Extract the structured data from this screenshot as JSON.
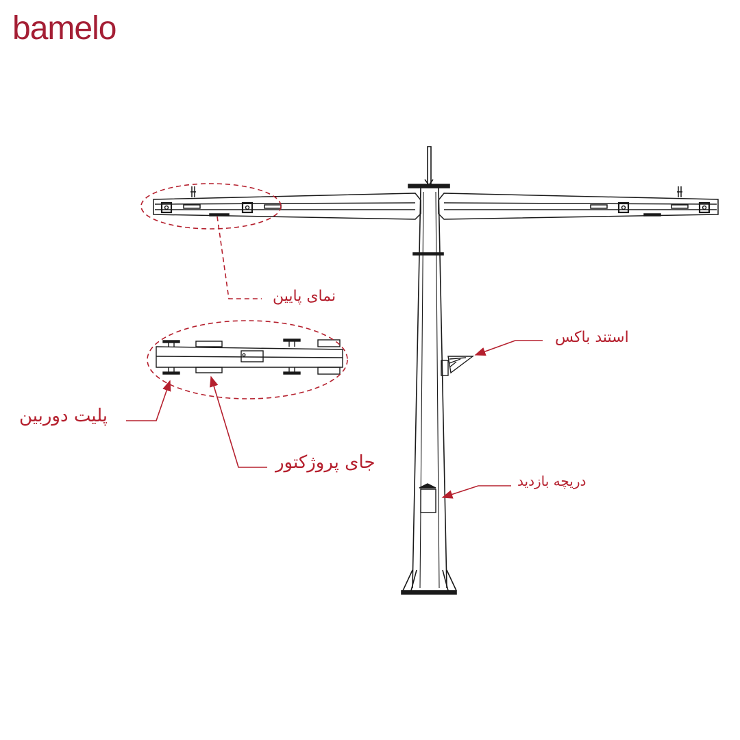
{
  "brand": {
    "logo_text": "bamelo",
    "color": "#a41e34"
  },
  "colors": {
    "line": "#1a1a1a",
    "annotation": "#b5202e"
  },
  "labels": {
    "bottom_view": "نمای پایین",
    "stand_box": "استند باکس",
    "camera_plate": "پلیت دوربین",
    "projector_seat": "جای پروژکتور",
    "inspection_door": "دریچه بازدید"
  }
}
